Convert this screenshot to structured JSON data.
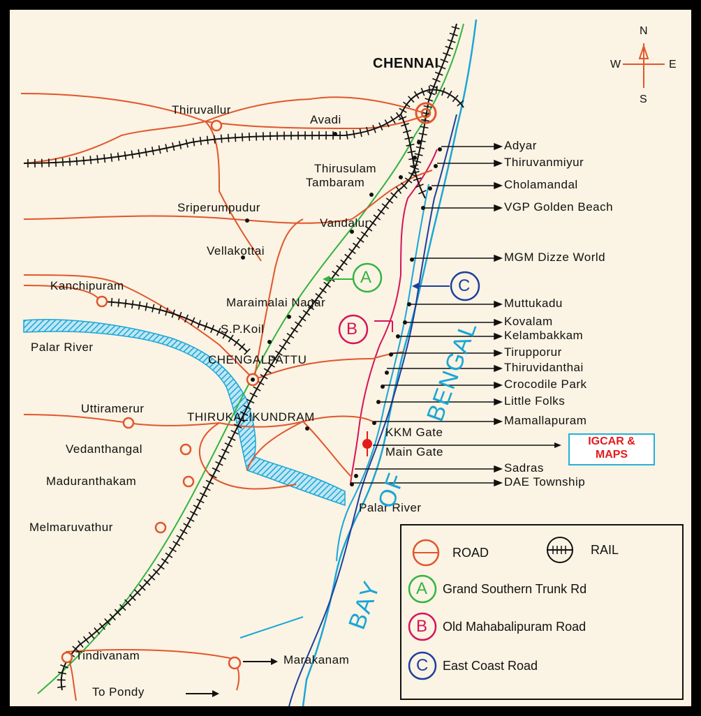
{
  "cities": {
    "chennai": "CHENNAI",
    "thiruvallur": "Thiruvallur",
    "avadi": "Avadi",
    "thirusulam": "Thirusulam",
    "tambaram": "Tambaram",
    "sriperumbudur": "Sriperumpudur",
    "vandalur": "Vandalur",
    "vellakottai": "Vellakottai",
    "kanchipuram": "Kanchipuram",
    "maraimalai_nagar": "Maraimalai Nagar",
    "sp_koil": "S.P.Koil",
    "palar_river_west": "Palar River",
    "chengalpattu": "CHENGALPATTU",
    "uttiramerur": "Uttiramerur",
    "thirukalikundram": "THIRUKALIKUNDRAM",
    "vedanthangal": "Vedanthangal",
    "maduranthakam": "Maduranthakam",
    "melmaruvathur": "Melmaruvathur",
    "tindivanam": "Tindivanam",
    "marakanam": "Marakanam",
    "to_pondy": "To Pondy",
    "kkm_gate": "KKM Gate",
    "main_gate": "Main Gate",
    "palar_river_east": "Palar River"
  },
  "coastal_places": [
    "Adyar",
    "Thiruvanmiyur",
    "Cholamandal",
    "VGP Golden Beach",
    "MGM Dizze World",
    "Muttukadu",
    "Kovalam",
    "Kelambakkam",
    "Tirupporur",
    "Thiruvidanthai",
    "Crocodile Park",
    "Little Folks",
    "Mamallapuram",
    "Sadras",
    "DAE Township"
  ],
  "sea": {
    "word1": "BAY",
    "word2": "OF",
    "word3": "BENGAL"
  },
  "igcar": {
    "line1": "IGCAR &",
    "line2": "MAPS"
  },
  "compass": {
    "n": "N",
    "s": "S",
    "e": "E",
    "w": "W"
  },
  "route_markers": {
    "a": "A",
    "b": "B",
    "c": "C"
  },
  "legend": {
    "road": "ROAD",
    "rail": "RAIL",
    "a_letter": "A",
    "a_label": "Grand Southern Trunk Rd",
    "b_letter": "B",
    "b_label": "Old Mahabalipuram Road",
    "c_letter": "C",
    "c_label": "East Coast Road"
  },
  "colors": {
    "road": "#e0562c",
    "rail": "#111111",
    "gst": "#32b442",
    "omr": "#d4145a",
    "ecr": "#1d3f9c",
    "coast": "#1aa6d6",
    "igcar": "#e41b1b"
  }
}
